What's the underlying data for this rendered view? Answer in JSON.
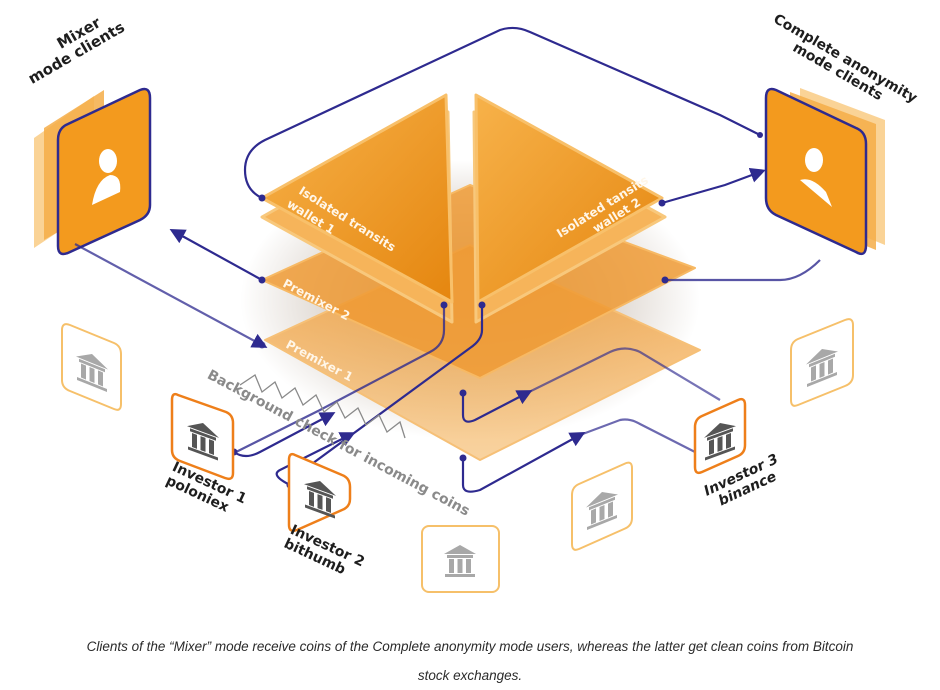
{
  "diagram": {
    "colors": {
      "orange": "#f39a1e",
      "orange_light": "#f8c06a",
      "orange_dark": "#e5860f",
      "flow_line": "#2e2a8f",
      "exchange_border_active": "#ee7f1a",
      "exchange_border_inactive": "#f6c06a",
      "exchange_icon_active": "#555555",
      "exchange_icon_inactive": "#a8a8a8"
    },
    "client_groups": [
      {
        "id": "mixer",
        "label_line1": "Mixer",
        "label_line2": "mode clients",
        "icon": "user-icon"
      },
      {
        "id": "anonymity",
        "label_line1": "Complete anonymity",
        "label_line2": "mode clients",
        "icon": "user-icon"
      }
    ],
    "plates": {
      "wallet1": {
        "line1": "Isolated transits",
        "line2": "wallet 1"
      },
      "wallet2": {
        "line1": "Isolated tansits",
        "line2": "wallet 2"
      },
      "premixer2": "Premixer 2",
      "premixer1": "Premixer 1"
    },
    "background_check_label": "Background check for incoming coins",
    "investors": [
      {
        "line1": "Investor 1",
        "line2": "poloniex",
        "icon": "bank-icon"
      },
      {
        "line1": "Investor 2",
        "line2": "bithumb",
        "icon": "bank-icon"
      },
      {
        "line1": "Investor 3",
        "line2": "binance",
        "icon": "bank-icon"
      }
    ],
    "inactive_exchange_icon": "bank-icon"
  },
  "caption": {
    "line1": "Clients of the “Mixer” mode receive coins of the Complete anonymity mode users, whereas the latter get clean coins from Bitcoin",
    "line2": "stock exchanges."
  }
}
